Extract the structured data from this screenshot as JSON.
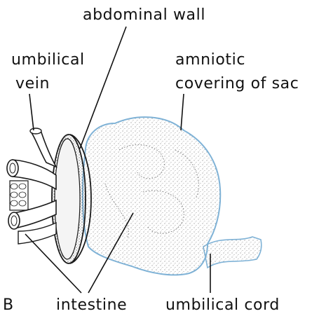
{
  "figure": {
    "panel_letter": "B",
    "labels": {
      "abdominal_wall": "abdominal wall",
      "umbilical_vein_line1": "umbilical",
      "umbilical_vein_line2": "vein",
      "amniotic_line1": "amniotic",
      "amniotic_line2": "covering of sac",
      "intestine": "intestine",
      "umbilical_cord": "umbilical cord"
    },
    "colors": {
      "ink": "#1a1a1a",
      "sac_outline": "#7fb2d6",
      "sac_fill": "#f7f7f7",
      "wall_fill": "#f4f4f4",
      "vessel_fill": "#ffffff"
    }
  }
}
